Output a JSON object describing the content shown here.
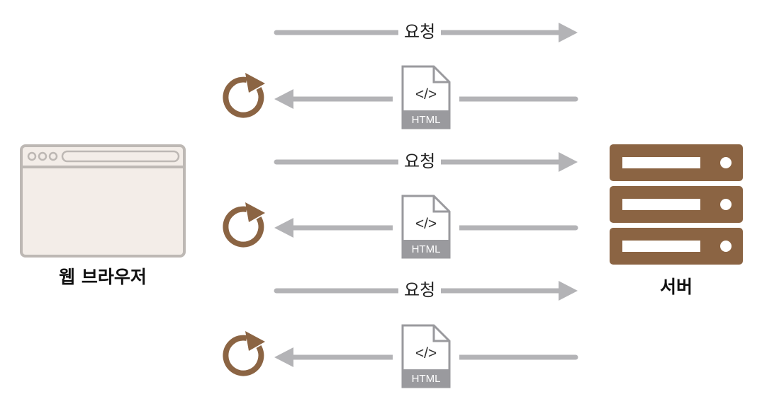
{
  "browser": {
    "label": "웹 브라우저",
    "icon": "browser-window-icon"
  },
  "server": {
    "label": "서버",
    "icon": "server-rack-icon"
  },
  "exchanges": [
    {
      "request_label": "요청",
      "response_doc": "HTML"
    },
    {
      "request_label": "요청",
      "response_doc": "HTML"
    },
    {
      "request_label": "요청",
      "response_doc": "HTML"
    }
  ],
  "colors": {
    "arrow": "#b3b3b6",
    "brown": "#8b6443",
    "doc_gray": "#9a9a9e",
    "browser_bg": "#f3ede8",
    "browser_border": "#bdb8b4"
  }
}
